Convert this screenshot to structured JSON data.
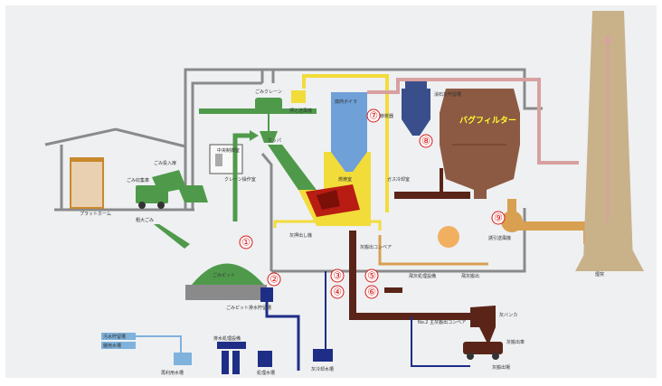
{
  "colors": {
    "background": "#ffffff",
    "panel": "#eef0f2",
    "building": "#8a8a8a",
    "waste_green": "#4f9a4a",
    "furnace_yellow": "#f2dc3a",
    "flue_blue": "#6fa0d8",
    "bagfilter_brown": "#8c5a42",
    "ash_brown": "#5a2518",
    "water_blue": "#1e2e86",
    "light_water": "#7fb2dc",
    "stack": "#c9b18a",
    "duct_pink": "#d8a0a0",
    "orange_pipe": "#d8a050",
    "number_red": "#d81818"
  },
  "markers": [
    "①",
    "②",
    "③",
    "④",
    "⑤",
    "⑥",
    "⑦",
    "⑧",
    "⑨"
  ],
  "bag_filter_label": "バグフィルター",
  "labels": {
    "crane": "ごみクレーン",
    "waste_truck": "ごみ収集車",
    "entrance": "ごみ投入扉",
    "platform": "プラットホーム",
    "debris": "粗大ごみ",
    "control_room": "中央制御室",
    "crane_room": "クレーン操作室",
    "hopper": "ホッパ",
    "pusher": "押込送風機",
    "boiler": "廃熱ボイラ",
    "economizer": "節炭器",
    "cooling_tower": "ガス冷却室",
    "bag_pulse": "消石灰貯留槽",
    "furnace": "燃焼室",
    "ash_conveyor_1": "灰押出し機",
    "ash_conveyor_2": "灰搬出コンベア",
    "pit": "ごみピット",
    "pit_water": "ごみピット排水貯留槽",
    "fan": "誘引送風機",
    "stack": "煙突",
    "ash_bunker": "灰バンカ",
    "ash_truck": "灰搬出車",
    "ash_pit": "灰搬出場",
    "fly_ash_1": "飛灰処理設備",
    "fly_ash_2": "飛灰搬出",
    "ash_conveyor_3": "No.2 主灰搬出コンベア",
    "water_1": "汚水貯留槽",
    "water_2": "排水処理設備",
    "water_3": "再利用水槽",
    "water_4": "処理水槽",
    "water_5": "灰冷却水槽",
    "water_6": "雑用水槽"
  }
}
